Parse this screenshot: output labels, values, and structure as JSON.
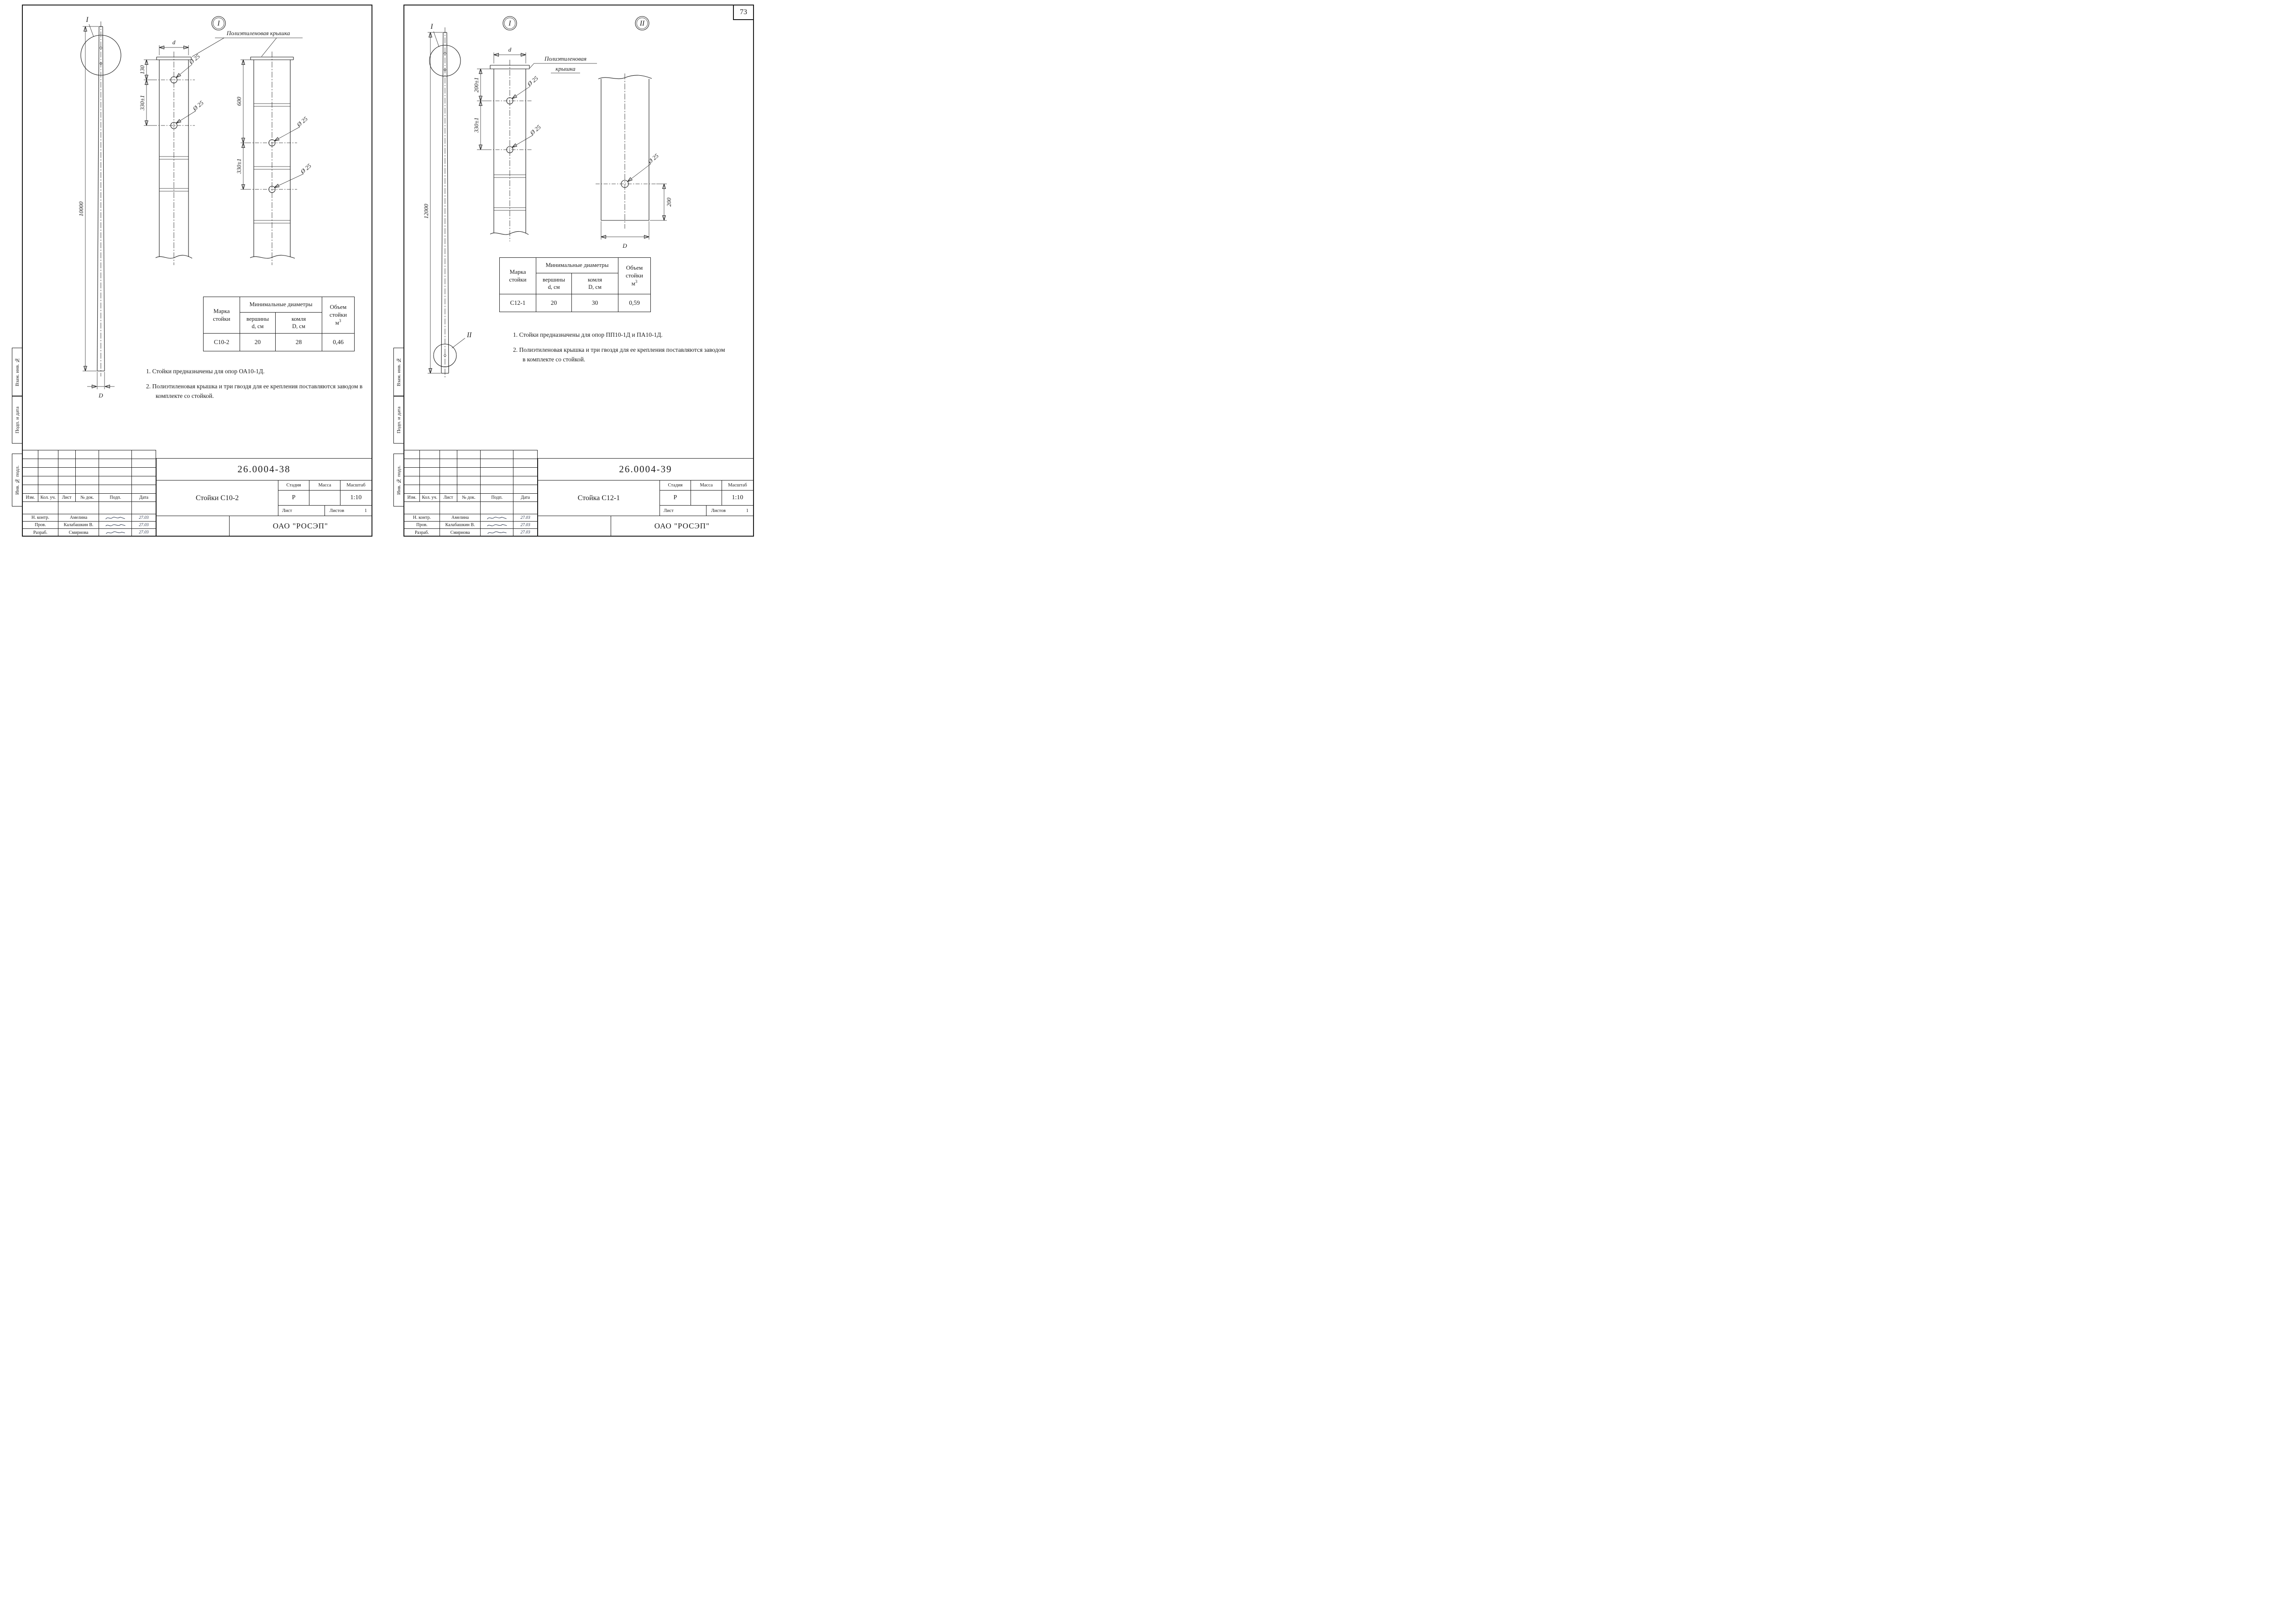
{
  "page": {
    "number": "73"
  },
  "sheet1": {
    "doc_number": "26.0004-38",
    "title": "Стойки С10-2",
    "company": "ОАО \"РОСЭП\"",
    "drawing": {
      "detail_marker": "I",
      "view1_marker": "I",
      "pole_length": "10000",
      "pole_bottom_dim": "D",
      "d_dim": "d",
      "cap_label": "Полиэтиленовая крышка",
      "dim_130": "130",
      "dim_330a": "330±1",
      "dim_600": "600",
      "dim_330b": "330±1",
      "hole_1": "Ø 25",
      "hole_2": "Ø 25",
      "hole_3": "Ø 25",
      "hole_4": "Ø 25"
    },
    "spec_table": {
      "mark_l1": "Марка",
      "mark_l2": "стойки",
      "diameters": "Минимальные диаметры",
      "top_l1": "вершины",
      "top_l2": "d, см",
      "butt_l1": "комля",
      "butt_l2": "D, см",
      "vol_l1": "Объем",
      "vol_l2": "стойки",
      "vol_unit": "м",
      "vol_sup": "3",
      "row": {
        "mark": "С10-2",
        "top_d": "20",
        "butt_d": "28",
        "volume": "0,46"
      }
    },
    "notes": [
      "1. Стойки предназначены для опор ОА10-1Д.",
      "2. Полиэтиленовая крышка и три гвоздя для ее крепления поставляются заводом в комплекте со стойкой."
    ],
    "titleblock": {
      "cols": [
        "Изм.",
        "Кол. уч.",
        "Лист",
        "№ док.",
        "Подп.",
        "Дата"
      ],
      "stage_label": "Стадия",
      "mass_label": "Масса",
      "scale_label": "Масштаб",
      "stage": "Р",
      "mass": "",
      "scale": "1:10",
      "sheet_label": "Лист",
      "sheets_label": "Листов",
      "sheets_count": "1",
      "signers": [
        {
          "role": "Н. контр.",
          "name": "Амелина",
          "date": "27.03"
        },
        {
          "role": "Пров.",
          "name": "Калабашкин В.",
          "date": "27.03"
        },
        {
          "role": "Разраб.",
          "name": "Смирнова",
          "date": "27.03"
        }
      ]
    },
    "side_labels": [
      "Взам. инв. №",
      "Подп. и дата",
      "Инв. № подл."
    ]
  },
  "sheet2": {
    "doc_number": "26.0004-39",
    "title": "Стойка С12-1",
    "company": "ОАО \"РОСЭП\"",
    "drawing": {
      "detail_marker_top": "I",
      "detail_marker_bottom": "II",
      "view1_marker": "I",
      "view2_marker": "II",
      "pole_length": "12000",
      "pole_bottom_dim": "D",
      "d_dim": "d",
      "cap_label_l1": "Полиэтиленовая",
      "cap_label_l2": "крышка",
      "dim_200a": "200±1",
      "dim_330": "330±1",
      "dim_200b": "200",
      "hole_1": "Ø 25",
      "hole_2": "Ø 25",
      "hole_3": "Ø 25"
    },
    "spec_table": {
      "mark_l1": "Марка",
      "mark_l2": "стойки",
      "diameters": "Минимальные диаметры",
      "top_l1": "вершины",
      "top_l2": "d, см",
      "butt_l1": "комля",
      "butt_l2": "D, см",
      "vol_l1": "Объем",
      "vol_l2": "стойки",
      "vol_unit": "м",
      "vol_sup": "3",
      "row": {
        "mark": "С12-1",
        "top_d": "20",
        "butt_d": "30",
        "volume": "0,59"
      }
    },
    "notes": [
      "1. Стойки предназначены для опор ПП10-1Д и ПА10-1Д.",
      "2. Полиэтиленовая крышка и три гвоздя для ее крепления поставляются заводом в комплекте со стойкой."
    ],
    "titleblock": {
      "cols": [
        "Изм.",
        "Кол. уч.",
        "Лист",
        "№ док.",
        "Подп.",
        "Дата"
      ],
      "stage_label": "Стадия",
      "mass_label": "Масса",
      "scale_label": "Масштаб",
      "stage": "Р",
      "mass": "",
      "scale": "1:10",
      "sheet_label": "Лист",
      "sheets_label": "Листов",
      "sheets_count": "1",
      "signers": [
        {
          "role": "Н. контр.",
          "name": "Амелина",
          "date": "27.03"
        },
        {
          "role": "Пров.",
          "name": "Калабашкин В.",
          "date": "27.03"
        },
        {
          "role": "Разраб.",
          "name": "Смирнова",
          "date": "27.03"
        }
      ]
    },
    "side_labels": [
      "Взам. инв. №",
      "Подп. и дата",
      "Инв. № подл."
    ]
  }
}
